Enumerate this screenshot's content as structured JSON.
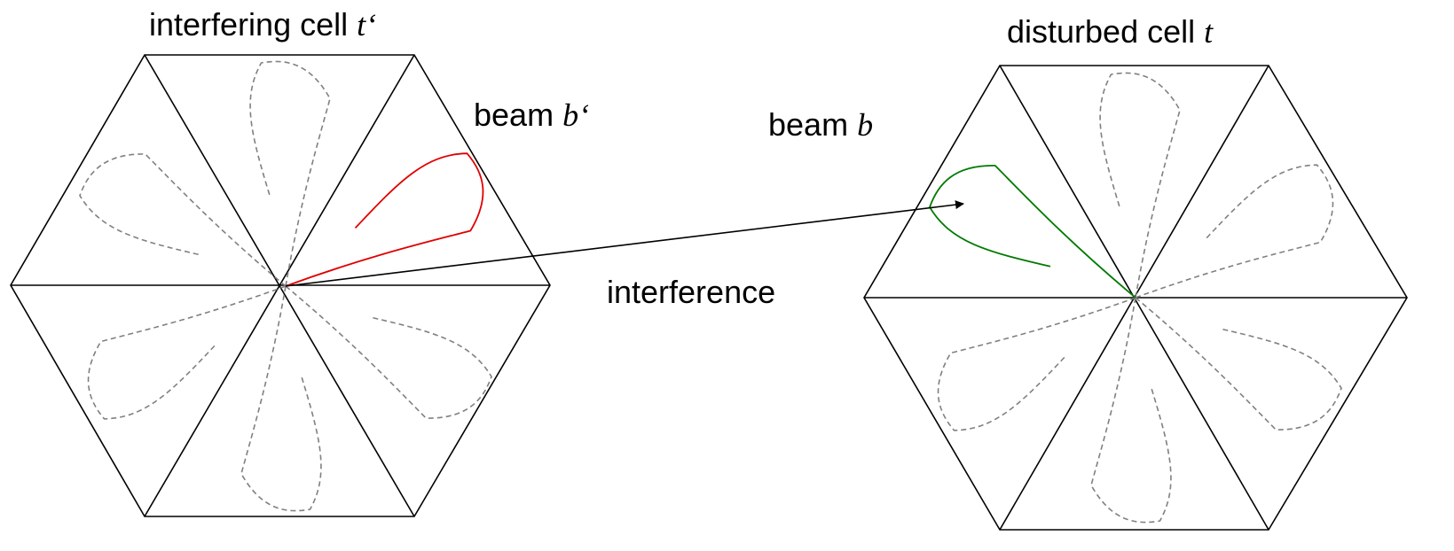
{
  "labels": {
    "interfering_cell": {
      "text": "interfering cell ",
      "symbol": "t‘"
    },
    "disturbed_cell": {
      "text": "disturbed cell ",
      "symbol": "t"
    },
    "beam_interfering": {
      "text": "beam ",
      "symbol": "b‘"
    },
    "beam_disturbed": {
      "text": "beam ",
      "symbol": "b"
    },
    "interference": "interference"
  },
  "colors": {
    "interfering_beam": "#e00000",
    "disturbed_beam": "#007a00",
    "dashed_lobes": "#808080",
    "outline": "#000000"
  }
}
